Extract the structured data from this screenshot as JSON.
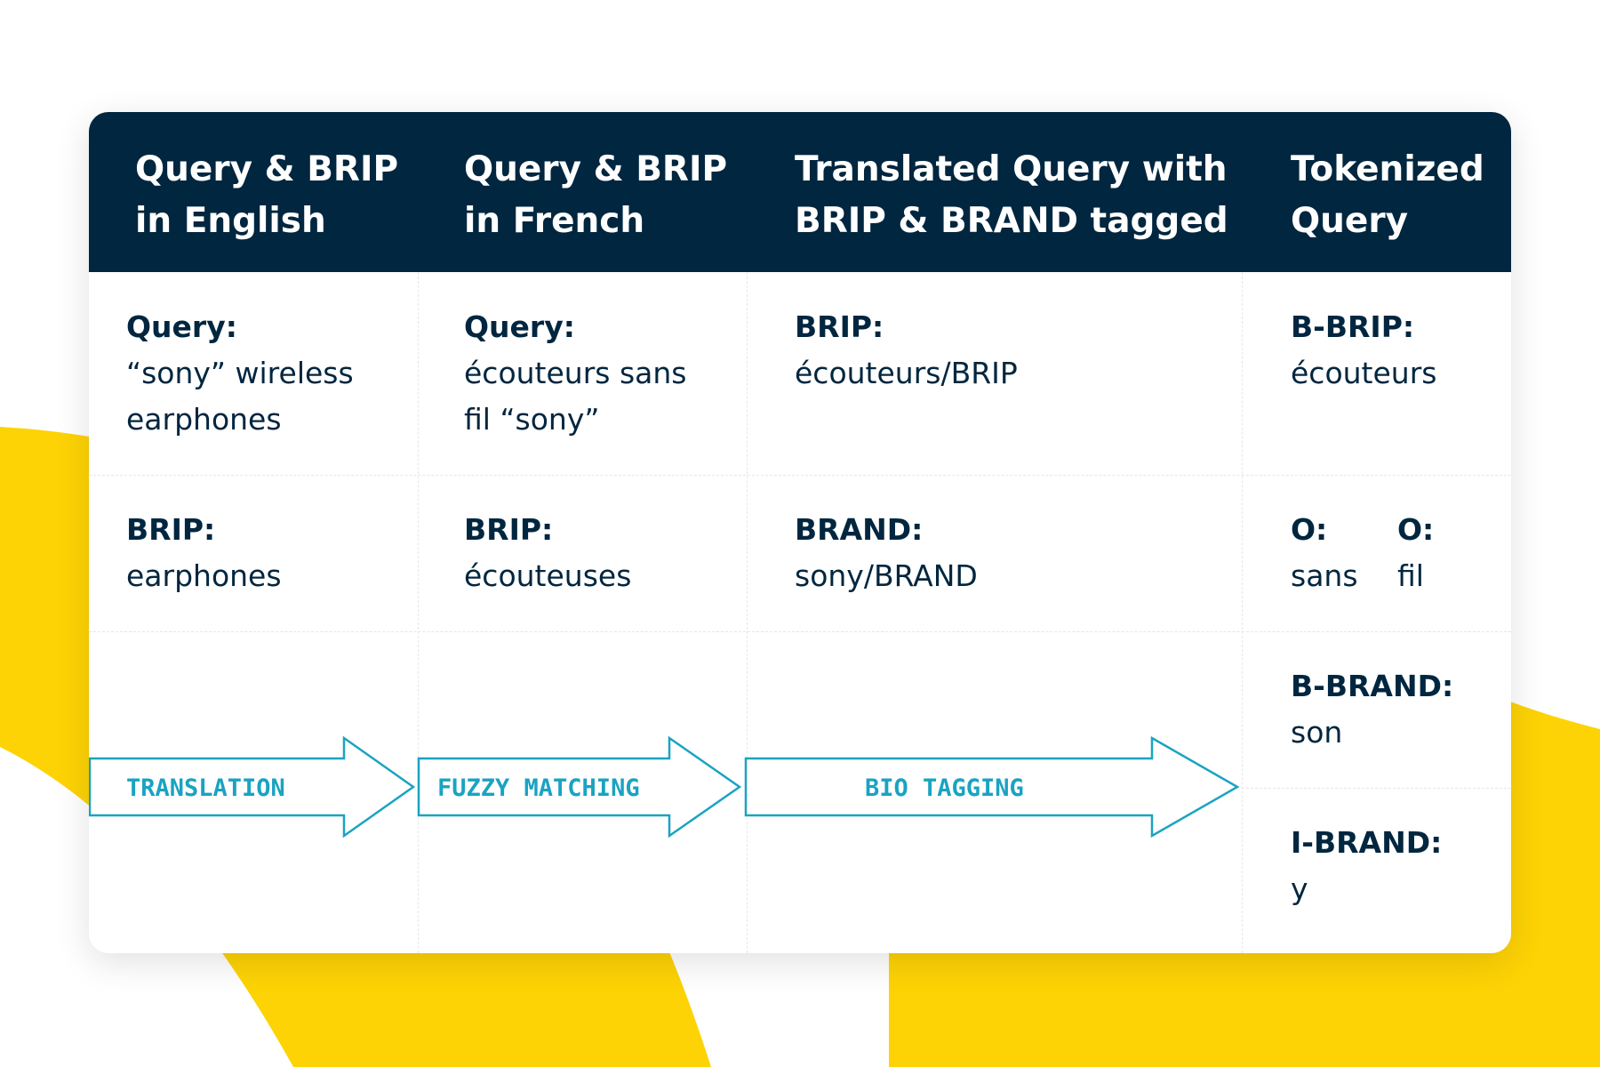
{
  "colors": {
    "header_bg": "#01263f",
    "text_dark": "#01263f",
    "accent_cyan": "#1aa3c2",
    "accent_yellow": "#fdd305"
  },
  "header": {
    "col1": "Query & BRIP\nin English",
    "col2": "Query & BRIP\nin French",
    "col3": "Translated Query with\nBRIP & BRAND tagged",
    "col4": "Tokenized\nQuery"
  },
  "english": {
    "query_label": "Query:",
    "query_value": "“sony” wireless\nearphones",
    "brip_label": "BRIP:",
    "brip_value": "earphones"
  },
  "french": {
    "query_label": "Query:",
    "query_value": "écouteurs sans\nfil “sony”",
    "brip_label": "BRIP:",
    "brip_value": "écouteuses"
  },
  "tagged": {
    "brip_label": "BRIP:",
    "brip_value": "écouteurs/BRIP",
    "brand_label": "BRAND:",
    "brand_value": "sony/BRAND"
  },
  "tokenized": {
    "b_brip_label": "B-BRIP:",
    "b_brip_value": "écouteurs",
    "o1_label": "O:",
    "o1_value": "sans",
    "o2_label": "O:",
    "o2_value": "fil",
    "b_brand_label": "B-BRAND:",
    "b_brand_value": "son",
    "i_brand_label": "I-BRAND:",
    "i_brand_value": "y"
  },
  "arrows": {
    "translation": "TRANSLATION",
    "fuzzy_matching": "FUZZY MATCHING",
    "bio_tagging": "BIO TAGGING"
  }
}
